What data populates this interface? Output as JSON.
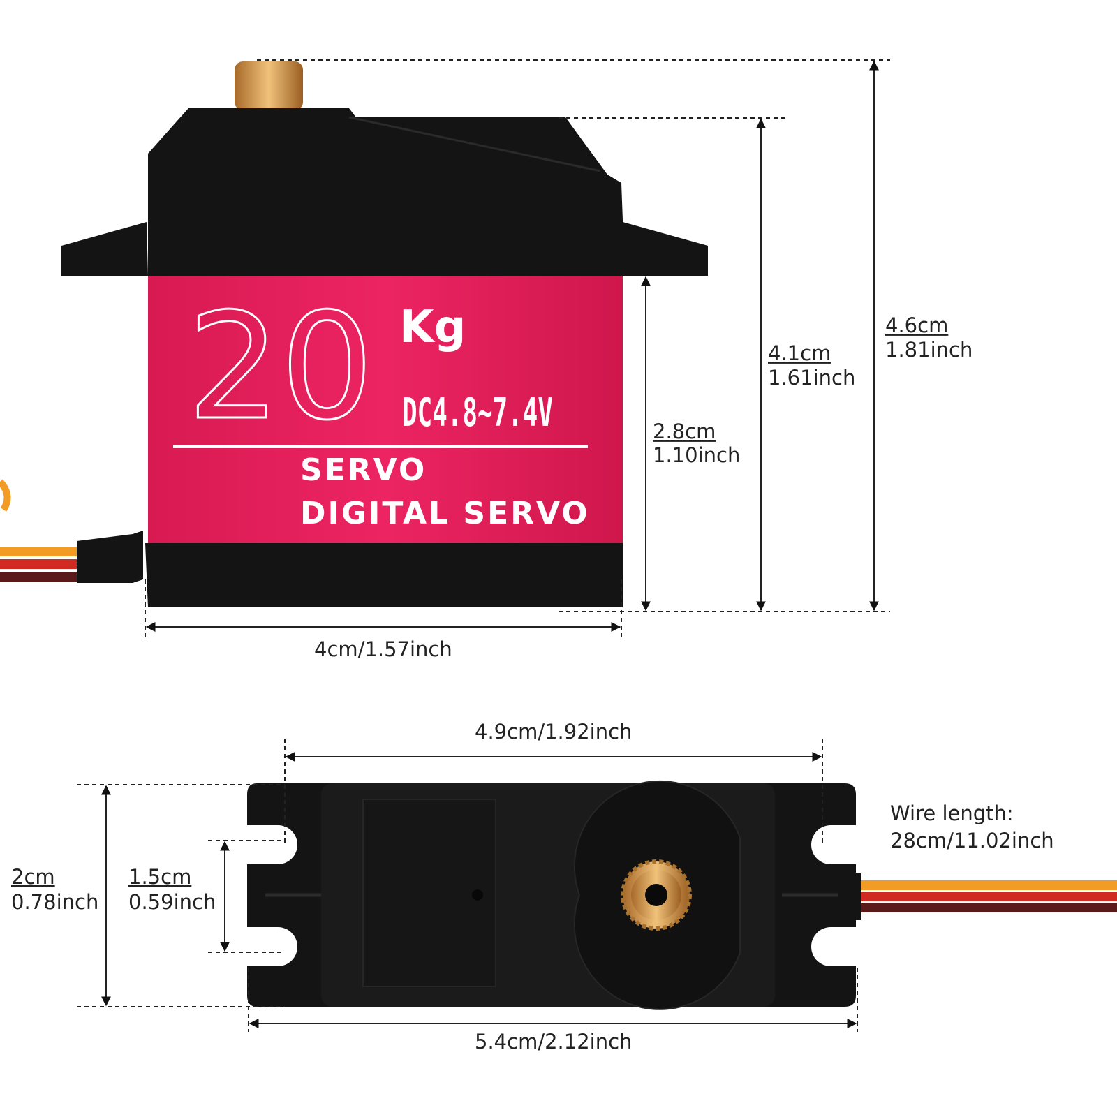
{
  "colors": {
    "servo_red": "#e61c5a",
    "servo_black": "#141414",
    "brass": "#d59a4e",
    "wire_orange": "#f29b25",
    "wire_red": "#d12a20",
    "wire_brown": "#5a1a1a"
  },
  "side_view": {
    "load_value": "20",
    "load_unit": "Kg",
    "voltage": "DC4.8~7.4V",
    "line1": "SERVO",
    "line2": "DIGITAL SERVO"
  },
  "dimensions": {
    "width_front": "4cm/1.57inch",
    "body_height_cm": "2.8cm",
    "body_height_in": "1.10inch",
    "case_height_cm": "4.1cm",
    "case_height_in": "1.61inch",
    "total_height_cm": "4.6cm",
    "total_height_in": "1.81inch",
    "mount_spacing": "4.9cm/1.92inch",
    "total_length": "5.4cm/2.12inch",
    "depth_cm": "2cm",
    "depth_in": "0.78inch",
    "slot_cm": "1.5cm",
    "slot_in": "0.59inch",
    "wire_label": "Wire length:",
    "wire_value": "28cm/11.02inch"
  }
}
